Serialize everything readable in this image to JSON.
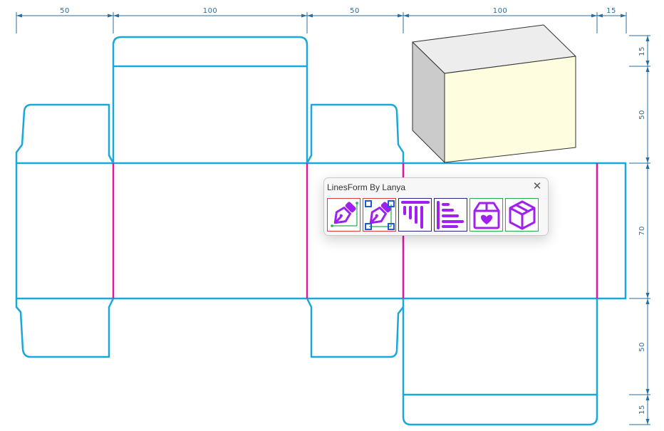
{
  "drawing": {
    "dimensions_top": [
      "50",
      "100",
      "50",
      "100",
      "15"
    ],
    "dimensions_right": [
      "15",
      "50",
      "70",
      "50",
      "15"
    ]
  },
  "panel": {
    "title": "LinesForm By Lanya",
    "close_glyph": "✕",
    "tools": [
      {
        "icon": "pen-icon",
        "border": "#e23b3b"
      },
      {
        "icon": "pen-select-icon",
        "border": "#e23b3b"
      },
      {
        "icon": "align-top-lines-icon",
        "border": "#1e2a8c"
      },
      {
        "icon": "align-left-lines-icon",
        "border": "#1e2a8c"
      },
      {
        "icon": "box-heart-icon",
        "border": "#22b14c"
      },
      {
        "icon": "box-3d-icon",
        "border": "#22b14c"
      }
    ]
  },
  "colors": {
    "cut_line": "#1aa7dc",
    "fold_line": "#e0199b",
    "dimension": "#2a6ea0",
    "icon": "#a020f0",
    "box_front": "#fffde0",
    "box_side": "#cbcbcb",
    "box_top": "#ededed"
  }
}
